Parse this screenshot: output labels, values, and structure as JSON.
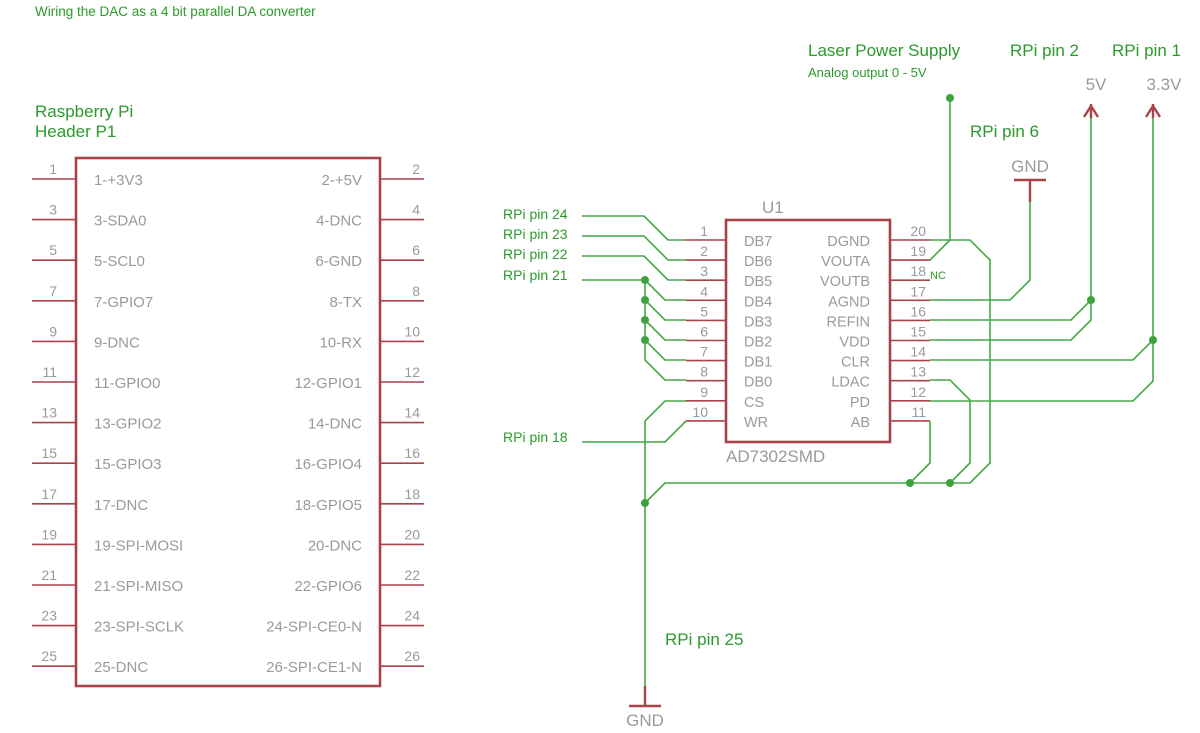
{
  "title": "Wiring the DAC as a 4 bit parallel DA converter",
  "header": {
    "title_line1": "Raspberry Pi",
    "title_line2": "Header P1",
    "left_pins": [
      {
        "num": "1",
        "label": "1-+3V3"
      },
      {
        "num": "3",
        "label": "3-SDA0"
      },
      {
        "num": "5",
        "label": "5-SCL0"
      },
      {
        "num": "7",
        "label": "7-GPIO7"
      },
      {
        "num": "9",
        "label": "9-DNC"
      },
      {
        "num": "11",
        "label": "11-GPIO0"
      },
      {
        "num": "13",
        "label": "13-GPIO2"
      },
      {
        "num": "15",
        "label": "15-GPIO3"
      },
      {
        "num": "17",
        "label": "17-DNC"
      },
      {
        "num": "19",
        "label": "19-SPI-MOSI"
      },
      {
        "num": "21",
        "label": "21-SPI-MISO"
      },
      {
        "num": "23",
        "label": "23-SPI-SCLK"
      },
      {
        "num": "25",
        "label": "25-DNC"
      }
    ],
    "right_pins": [
      {
        "num": "2",
        "label": "2-+5V"
      },
      {
        "num": "4",
        "label": "4-DNC"
      },
      {
        "num": "6",
        "label": "6-GND"
      },
      {
        "num": "8",
        "label": "8-TX"
      },
      {
        "num": "10",
        "label": "10-RX"
      },
      {
        "num": "12",
        "label": "12-GPIO1"
      },
      {
        "num": "14",
        "label": "14-DNC"
      },
      {
        "num": "16",
        "label": "16-GPIO4"
      },
      {
        "num": "18",
        "label": "18-GPIO5"
      },
      {
        "num": "20",
        "label": "20-DNC"
      },
      {
        "num": "22",
        "label": "22-GPIO6"
      },
      {
        "num": "24",
        "label": "24-SPI-CE0-N"
      },
      {
        "num": "26",
        "label": "26-SPI-CE1-N"
      }
    ]
  },
  "dac": {
    "ref": "U1",
    "part": "AD7302SMD",
    "left_pins": [
      {
        "num": "1",
        "label": "DB7"
      },
      {
        "num": "2",
        "label": "DB6"
      },
      {
        "num": "3",
        "label": "DB5"
      },
      {
        "num": "4",
        "label": "DB4"
      },
      {
        "num": "5",
        "label": "DB3"
      },
      {
        "num": "6",
        "label": "DB2"
      },
      {
        "num": "7",
        "label": "DB1"
      },
      {
        "num": "8",
        "label": "DB0"
      },
      {
        "num": "9",
        "label": "CS"
      },
      {
        "num": "10",
        "label": "WR"
      }
    ],
    "right_pins": [
      {
        "num": "20",
        "label": "DGND"
      },
      {
        "num": "19",
        "label": "VOUTA"
      },
      {
        "num": "18",
        "label": "VOUTB"
      },
      {
        "num": "17",
        "label": "AGND"
      },
      {
        "num": "16",
        "label": "REFIN"
      },
      {
        "num": "15",
        "label": "VDD"
      },
      {
        "num": "14",
        "label": "CLR"
      },
      {
        "num": "13",
        "label": "LDAC"
      },
      {
        "num": "12",
        "label": "PD"
      },
      {
        "num": "11",
        "label": "AB"
      }
    ],
    "nc_label": "NC"
  },
  "net_labels": {
    "rpi_pin_24": "RPi pin 24",
    "rpi_pin_23": "RPi pin 23",
    "rpi_pin_22": "RPi pin 22",
    "rpi_pin_21": "RPi pin 21",
    "rpi_pin_18": "RPi pin 18",
    "rpi_pin_25": "RPi pin 25",
    "rpi_pin_6": "RPi pin 6",
    "rpi_pin_2": "RPi pin 2",
    "rpi_pin_1": "RPi pin 1",
    "laser_title": "Laser Power Supply",
    "laser_sub": "Analog output 0 - 5V"
  },
  "supplies": {
    "gnd_top": "GND",
    "gnd_bottom": "GND",
    "v5": "5V",
    "v33": "3.3V"
  }
}
